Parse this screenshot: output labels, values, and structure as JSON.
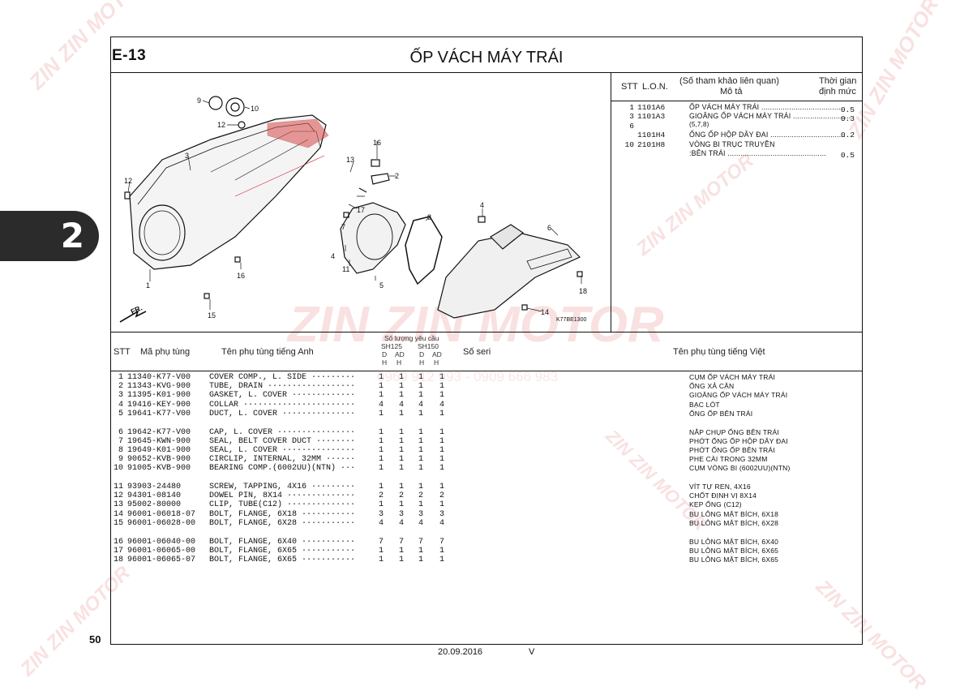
{
  "header": {
    "section_code": "E-13",
    "title": "ỐP VÁCH MÁY TRÁI",
    "page_tab": "2",
    "page_number": "50",
    "footer_date": "20.09.2016",
    "footer_version": "V"
  },
  "watermark": {
    "brand": "ZIN ZIN MOTOR",
    "phones": "0969 912 993 - 0909 666 983",
    "color": "#e04848"
  },
  "diagram": {
    "ref_code": "K77BE1300",
    "fr_label": "FR.",
    "callouts": [
      "9",
      "10",
      "12",
      "3",
      "16",
      "13",
      "2",
      "12",
      "7",
      "8",
      "4",
      "6",
      "4",
      "11",
      "5",
      "17",
      "1",
      "16",
      "15",
      "14",
      "18"
    ]
  },
  "lon_table": {
    "headers": {
      "stt": "STT",
      "lon": "L.O.N.",
      "ref": "(Số tham khảo liên quan)",
      "desc": "Mô tả",
      "time1": "Thời gian",
      "time2": "định mức"
    },
    "rows": [
      {
        "no": "1",
        "code": "1101A6",
        "desc": "ỐP VÁCH MÁY TRÁI ......................................",
        "value": "0.5",
        "sub": ""
      },
      {
        "no": "3",
        "code": "1101A3",
        "desc": "GIOĂNG ỐP VÁCH MÁY TRÁI ...........................",
        "value": "0.3",
        "sub": "(5,7,8)"
      },
      {
        "no": "6",
        "code": "",
        "desc": "",
        "value": "",
        "sub": ""
      },
      {
        "no": "",
        "code": "1101H4",
        "desc": "ỐNG ỐP HỘP DÂY ĐAI ...................................",
        "value": "0.2",
        "sub": ""
      },
      {
        "no": "10",
        "code": "2101H8",
        "desc": "VÒNG BI TRỤC TRUYỀN",
        "value": "",
        "sub": ""
      },
      {
        "no": "",
        "code": "",
        "desc": ":BÊN TRÁI ..............................................",
        "value": "0.5",
        "sub": ""
      }
    ]
  },
  "parts_table": {
    "headers": {
      "stt": "STT",
      "part_no": "Mã phụ tùng",
      "name_en": "Tên phụ tùng tiếng Anh",
      "qty_title": "Số lượng yêu cầu",
      "model_a": "SH125",
      "model_b": "SH150",
      "sub_d": "D",
      "sub_ad": "AD",
      "sub_h": "H",
      "serial": "Số seri",
      "name_vn": "Tên phụ tùng tiếng Việt"
    },
    "rows": [
      {
        "stt": "1",
        "part_no": "11340-K77-V00",
        "name_en": "COVER COMP., L. SIDE ·········",
        "qty": [
          "1",
          "1",
          "1",
          "1"
        ],
        "name_vn": "CỤM ỐP VÁCH MÁY TRÁI"
      },
      {
        "stt": "2",
        "part_no": "11343-KVG-900",
        "name_en": "TUBE, DRAIN ··················",
        "qty": [
          "1",
          "1",
          "1",
          "1"
        ],
        "name_vn": "ỐNG XẢ CẶN"
      },
      {
        "stt": "3",
        "part_no": "11395-K01-900",
        "name_en": "GASKET, L. COVER ·············",
        "qty": [
          "1",
          "1",
          "1",
          "1"
        ],
        "name_vn": "GIOĂNG ỐP VÁCH MÁY TRÁI"
      },
      {
        "stt": "4",
        "part_no": "19416-KEY-900",
        "name_en": "COLLAR ·······················",
        "qty": [
          "4",
          "4",
          "4",
          "4"
        ],
        "name_vn": "BẠC LÓT"
      },
      {
        "stt": "5",
        "part_no": "19641-K77-V00",
        "name_en": "DUCT, L. COVER ···············",
        "qty": [
          "1",
          "1",
          "1",
          "1"
        ],
        "name_vn": "ỐNG ỐP BÊN TRÁI"
      },
      {
        "stt": "6",
        "part_no": "19642-K77-V00",
        "name_en": "CAP, L. COVER ················",
        "qty": [
          "1",
          "1",
          "1",
          "1"
        ],
        "name_vn": "NẮP CHỤP ỐNG BÊN TRÁI"
      },
      {
        "stt": "7",
        "part_no": "19645-KWN-900",
        "name_en": "SEAL, BELT COVER DUCT ········",
        "qty": [
          "1",
          "1",
          "1",
          "1"
        ],
        "name_vn": "PHỚT ỐNG ỐP HỘP DÂY ĐAI"
      },
      {
        "stt": "8",
        "part_no": "19649-K01-900",
        "name_en": "SEAL, L. COVER ···············",
        "qty": [
          "1",
          "1",
          "1",
          "1"
        ],
        "name_vn": "PHỚT ỐNG ỐP BÊN TRÁI"
      },
      {
        "stt": "9",
        "part_no": "90652-KVB-900",
        "name_en": "CIRCLIP, INTERNAL, 32MM ······",
        "qty": [
          "1",
          "1",
          "1",
          "1"
        ],
        "name_vn": "PHE CÀI TRONG 32MM"
      },
      {
        "stt": "10",
        "part_no": "91005-KVB-900",
        "name_en": "BEARING COMP.(6002UU)(NTN) ···",
        "qty": [
          "1",
          "1",
          "1",
          "1"
        ],
        "name_vn": "CỤM VÒNG BI (6002UU)(NTN)"
      },
      {
        "stt": "11",
        "part_no": "93903-24480",
        "name_en": "SCREW, TAPPING, 4X16 ·········",
        "qty": [
          "1",
          "1",
          "1",
          "1"
        ],
        "name_vn": "VÍT TỰ REN, 4X16"
      },
      {
        "stt": "12",
        "part_no": "94301-08140",
        "name_en": "DOWEL PIN, 8X14 ··············",
        "qty": [
          "2",
          "2",
          "2",
          "2"
        ],
        "name_vn": "CHỐT ĐỊNH VỊ 8X14"
      },
      {
        "stt": "13",
        "part_no": "95002-80000",
        "name_en": "CLIP, TUBE(C12) ··············",
        "qty": [
          "1",
          "1",
          "1",
          "1"
        ],
        "name_vn": "KẸP ỐNG (C12)"
      },
      {
        "stt": "14",
        "part_no": "96001-06018-07",
        "name_en": "BOLT, FLANGE, 6X18 ···········",
        "qty": [
          "3",
          "3",
          "3",
          "3"
        ],
        "name_vn": "BU LÔNG MẶT BÍCH, 6X18"
      },
      {
        "stt": "15",
        "part_no": "96001-06028-00",
        "name_en": "BOLT, FLANGE, 6X28 ···········",
        "qty": [
          "4",
          "4",
          "4",
          "4"
        ],
        "name_vn": "BU LÔNG MẶT BÍCH, 6X28"
      },
      {
        "stt": "16",
        "part_no": "96001-06040-00",
        "name_en": "BOLT, FLANGE, 6X40 ···········",
        "qty": [
          "7",
          "7",
          "7",
          "7"
        ],
        "name_vn": "BU LÔNG MẶT BÍCH, 6X40"
      },
      {
        "stt": "17",
        "part_no": "96001-06065-00",
        "name_en": "BOLT, FLANGE, 6X65 ···········",
        "qty": [
          "1",
          "1",
          "1",
          "1"
        ],
        "name_vn": "BU LÔNG MẶT BÍCH, 6X65"
      },
      {
        "stt": "18",
        "part_no": "96001-06065-07",
        "name_en": "BOLT, FLANGE, 6X65 ···········",
        "qty": [
          "1",
          "1",
          "1",
          "1"
        ],
        "name_vn": "BU LÔNG MẶT BÍCH, 6X65"
      }
    ]
  }
}
